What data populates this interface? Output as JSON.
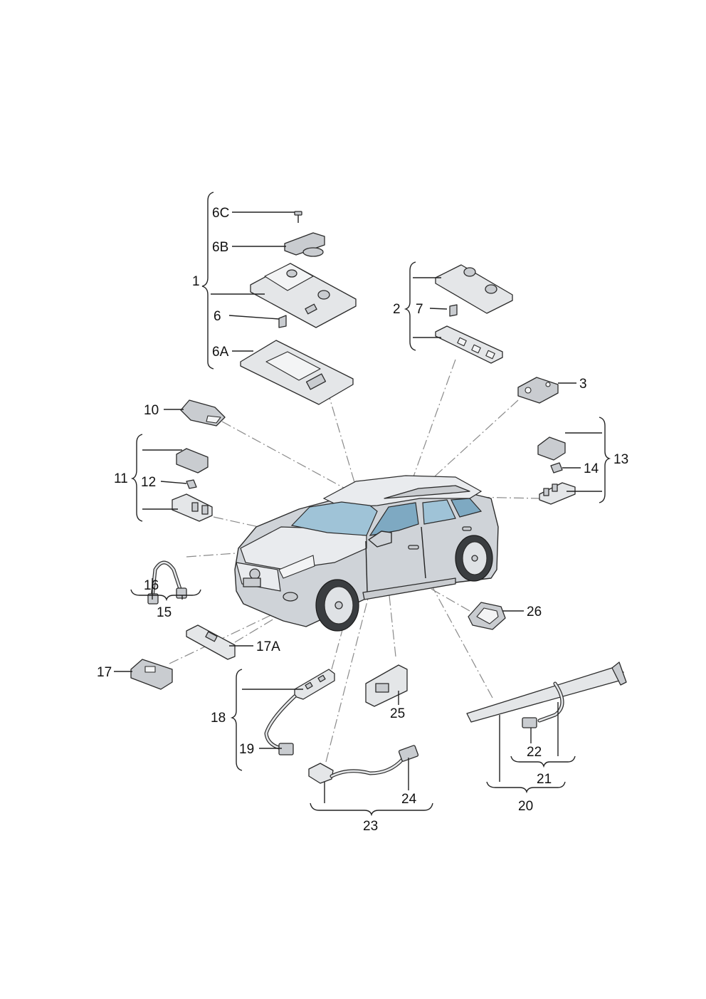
{
  "labels": {
    "p1": "1",
    "p2": "2",
    "p3": "3",
    "p6": "6",
    "p6A": "6A",
    "p6B": "6B",
    "p6C": "6C",
    "p7": "7",
    "p10": "10",
    "p11": "11",
    "p12": "12",
    "p13": "13",
    "p14": "14",
    "p15": "15",
    "p16": "16",
    "p17": "17",
    "p17A": "17A",
    "p18": "18",
    "p19": "19",
    "p20": "20",
    "p21": "21",
    "p22": "22",
    "p23": "23",
    "p24": "24",
    "p25": "25",
    "p26": "26"
  }
}
